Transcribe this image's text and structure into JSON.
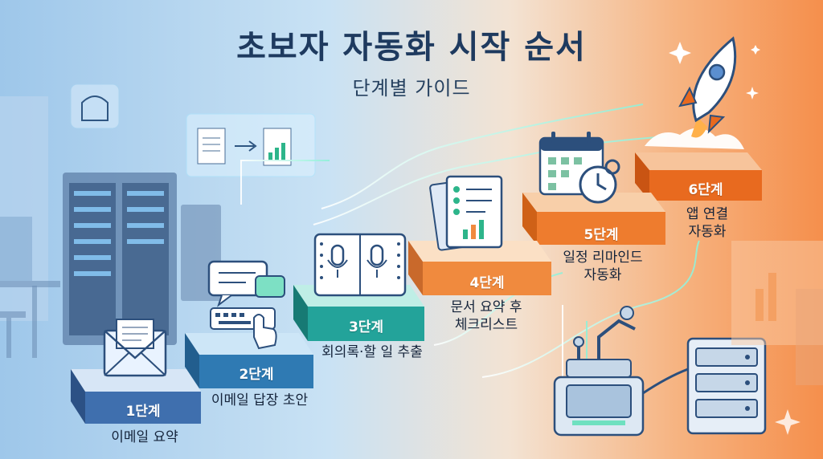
{
  "header": {
    "title": "초보자 자동화 시작 순서",
    "subtitle": "단계별 가이드"
  },
  "steps": [
    {
      "number": "1단계",
      "desc": "이메일 요약",
      "color": "#3f6fae"
    },
    {
      "number": "2단계",
      "desc": "이메일 답장 초안",
      "color": "#2f7ab3"
    },
    {
      "number": "3단계",
      "desc": "회의록·할 일 추출",
      "color": "#23a39a"
    },
    {
      "number": "4단계",
      "desc": "문서 요약 후\n체크리스트",
      "color": "#f08a3e"
    },
    {
      "number": "5단계",
      "desc": "일정 리마인드\n자동화",
      "color": "#ee7c2e"
    },
    {
      "number": "6단계",
      "desc": "앱 연결\n자동화",
      "color": "#e86a1f"
    }
  ],
  "icons": [
    "mail-icon",
    "chat-keyboard-icon",
    "notebook-mic-icon",
    "document-checklist-icon",
    "calendar-clock-icon",
    "rocket-icon",
    "server-rack-icon",
    "robot-machine-icon"
  ]
}
